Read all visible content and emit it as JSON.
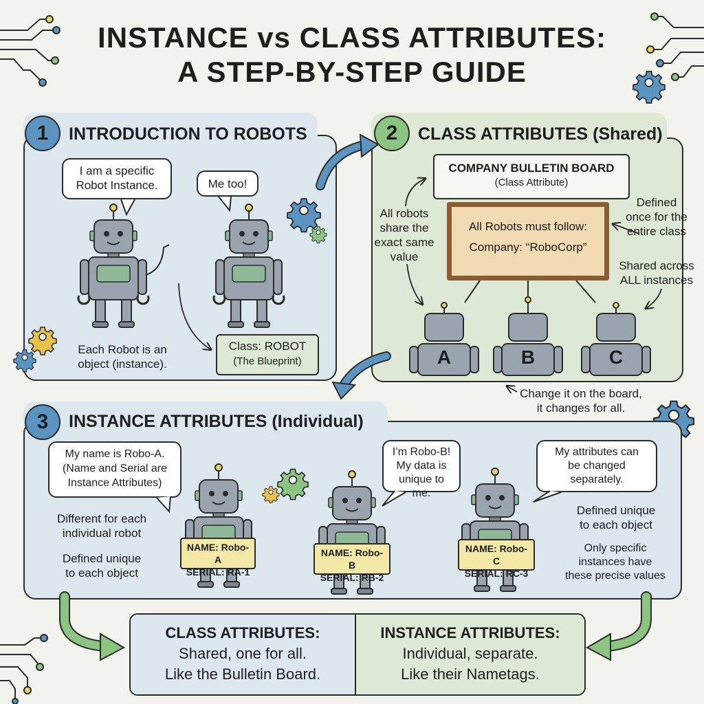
{
  "title": {
    "line1": "INSTANCE vs CLASS ATTRIBUTES:",
    "line2": "A STEP-BY-STEP GUIDE"
  },
  "colors": {
    "step_blue": "#5b94c0",
    "step_green": "#8cc581",
    "panel_blue": "#dde7ee",
    "panel_green": "#dde8d5",
    "nametag": "#f4e8a6",
    "board": "#f1d9b2",
    "frame": "#8a5c33",
    "robot": "#9aa4ae",
    "screen": "#8fb996"
  },
  "step1": {
    "number": "1",
    "heading": "INTRODUCTION TO ROBOTS",
    "bubble_a": [
      "I am a specific",
      "Robot Instance."
    ],
    "bubble_b": "Me too!",
    "note": [
      "Each Robot is an",
      "object (instance)."
    ],
    "class_box": {
      "line1": "Class: ROBOT",
      "line2": "(The Blueprint)"
    }
  },
  "step2": {
    "number": "2",
    "heading": "CLASS ATTRIBUTES (Shared)",
    "board_title": {
      "line1": "COMPANY BULLETIN BOARD",
      "line2": "(Class Attribute)"
    },
    "board_text": {
      "line1": "All Robots must follow:",
      "line2": "Company: “RoboCorp”"
    },
    "left_note": [
      "All robots",
      "share the",
      "exact same",
      "value"
    ],
    "right_note_top": [
      "Defined",
      "once for the",
      "entire class"
    ],
    "right_note_bottom": [
      "Shared across",
      "ALL instances"
    ],
    "robots": [
      "A",
      "B",
      "C"
    ],
    "footer_note": [
      "Change it on the board,",
      "it changes for all."
    ]
  },
  "step3": {
    "number": "3",
    "heading": "INSTANCE ATTRIBUTES (Individual)",
    "bubble_a": [
      "My name is Robo-A.",
      "(Name and Serial are",
      "Instance Attributes)"
    ],
    "bubble_b": [
      "I’m Robo-B!",
      "My data is",
      "unique to me."
    ],
    "bubble_c": [
      "My attributes can",
      "be changed",
      "separately."
    ],
    "left_notes": {
      "a": [
        "Different for each",
        "individual robot"
      ],
      "b": [
        "Defined unique",
        "to each object"
      ]
    },
    "right_notes": {
      "a": [
        "Defined unique",
        "to each object"
      ],
      "b": [
        "Only specific",
        "instances have",
        "these precise values"
      ]
    },
    "tags": [
      {
        "name": "NAME: Robo-A",
        "serial": "SERIAL: RA-1"
      },
      {
        "name": "NAME: Robo-B",
        "serial": "SERIAL: RB-2"
      },
      {
        "name": "NAME: Robo-C",
        "serial": "SERIAL: RC-3"
      }
    ]
  },
  "summary": {
    "left": {
      "heading": "CLASS ATTRIBUTES:",
      "line1": "Shared, one for all.",
      "line2": "Like the Bulletin Board."
    },
    "right": {
      "heading": "INSTANCE ATTRIBUTES:",
      "line1": "Individual, separate.",
      "line2": "Like their Nametags."
    }
  }
}
